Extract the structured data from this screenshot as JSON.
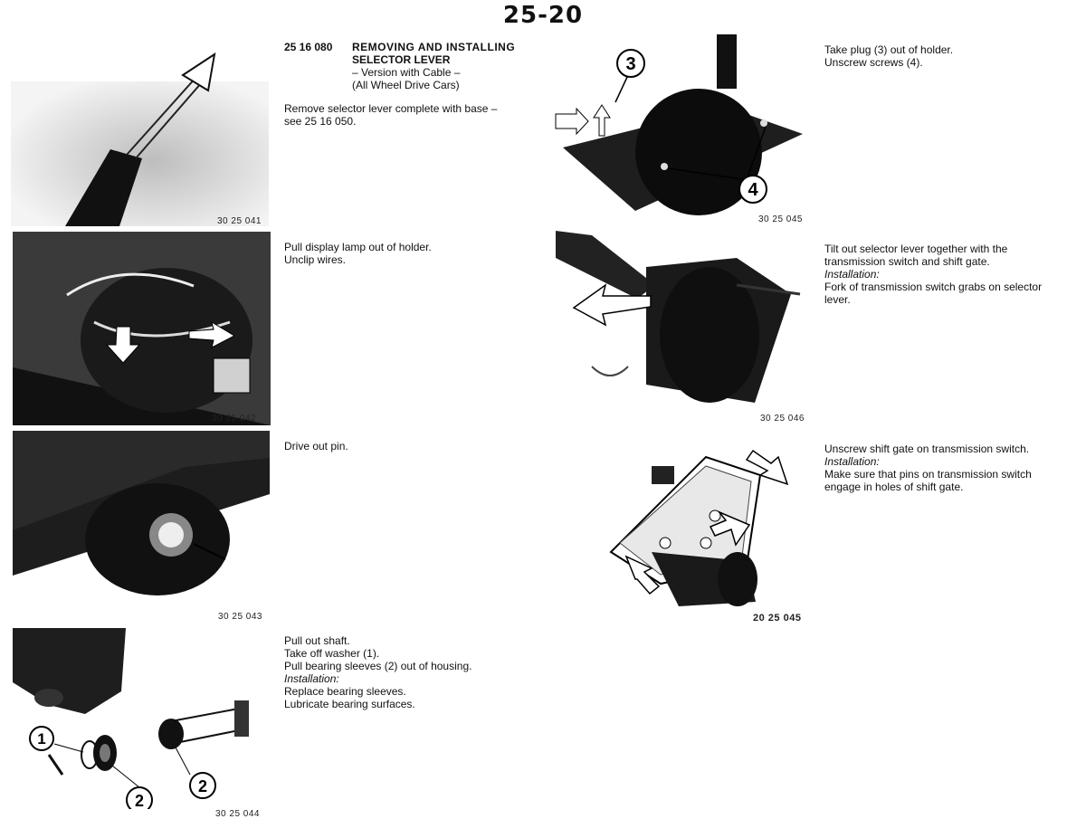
{
  "page_number": "25-20",
  "sections": [
    {
      "figure_id": "30 25 041",
      "code": "25 16 080",
      "title_line1": "REMOVING AND INSTALLING",
      "title_line2": "SELECTOR LEVER",
      "subtitle1": "– Version with Cable –",
      "subtitle2": "(All Wheel Drive Cars)",
      "lines": [
        "Remove selector lever complete with base –",
        "see 25 16 050."
      ]
    },
    {
      "figure_id": "30 25 042",
      "lines": [
        "Pull display lamp out of holder.",
        "Unclip wires."
      ]
    },
    {
      "figure_id": "30 25 043",
      "lines": [
        "Drive out pin."
      ]
    },
    {
      "figure_id": "30 25 044",
      "callouts": [
        "1",
        "2",
        "2"
      ],
      "lines": [
        "Pull out shaft.",
        "Take off washer (1).",
        "Pull bearing sleeves (2) out of housing."
      ],
      "installation_label": "Installation:",
      "installation_lines": [
        "Replace bearing sleeves.",
        "Lubricate bearing surfaces."
      ]
    },
    {
      "figure_id": "30 25 045",
      "callouts": [
        "3",
        "4"
      ],
      "lines": [
        "Take plug (3) out of holder.",
        "Unscrew screws (4)."
      ]
    },
    {
      "figure_id": "30 25 046",
      "lines": [
        "Tilt out selector lever together with the",
        "transmission switch and shift gate."
      ],
      "installation_label": "Installation:",
      "installation_lines": [
        "Fork of transmission switch grabs on selector",
        "lever."
      ]
    },
    {
      "figure_id": "20 25 045",
      "lines": [
        "Unscrew shift gate on transmission switch."
      ],
      "installation_label": "Installation:",
      "installation_lines": [
        "Make sure that pins on transmission switch",
        "engage in holes of shift gate."
      ]
    }
  ]
}
